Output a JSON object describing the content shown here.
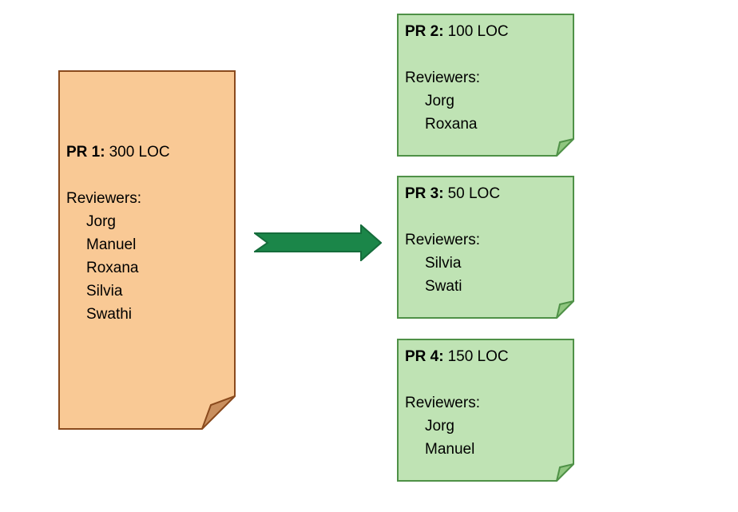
{
  "page": {
    "background": "#ffffff"
  },
  "colors": {
    "source_note_fill": "#f9c995",
    "source_note_border": "#8a4a1d",
    "source_note_fold": "#c98f5e",
    "split_note_fill": "#bfe3b4",
    "split_note_border": "#4f9147",
    "split_note_fold": "#8fc67f",
    "arrow_fill": "#1b8649",
    "text": "#000000"
  },
  "source_note": {
    "title_label": "PR 1:",
    "title_value": "300 LOC",
    "reviewers_label": "Reviewers:",
    "reviewers": [
      "Jorg",
      "Manuel",
      "Roxana",
      "Silvia",
      "Swathi"
    ]
  },
  "split_notes": [
    {
      "title_label": "PR 2:",
      "title_value": "100 LOC",
      "reviewers_label": "Reviewers:",
      "reviewers": [
        "Jorg",
        "Roxana"
      ]
    },
    {
      "title_label": "PR 3:",
      "title_value": "50 LOC",
      "reviewers_label": "Reviewers:",
      "reviewers": [
        "Silvia",
        "Swati"
      ]
    },
    {
      "title_label": "PR 4:",
      "title_value": "150 LOC",
      "reviewers_label": "Reviewers:",
      "reviewers": [
        "Jorg",
        "Manuel"
      ]
    }
  ]
}
